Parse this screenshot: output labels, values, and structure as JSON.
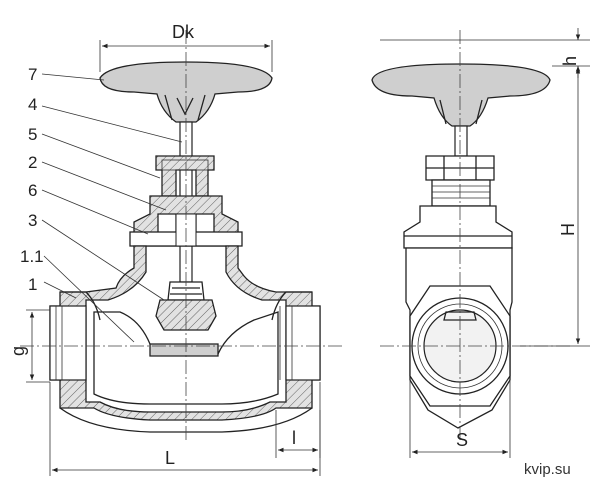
{
  "diagram": {
    "callouts": [
      "7",
      "4",
      "5",
      "2",
      "6",
      "3",
      "1.1",
      "1"
    ],
    "dimensions": {
      "dk": "Dk",
      "h_small": "h",
      "h_big": "H",
      "g": "g",
      "l_small": "l",
      "l_big": "L",
      "s": "S"
    },
    "watermark": "kvip.su"
  }
}
